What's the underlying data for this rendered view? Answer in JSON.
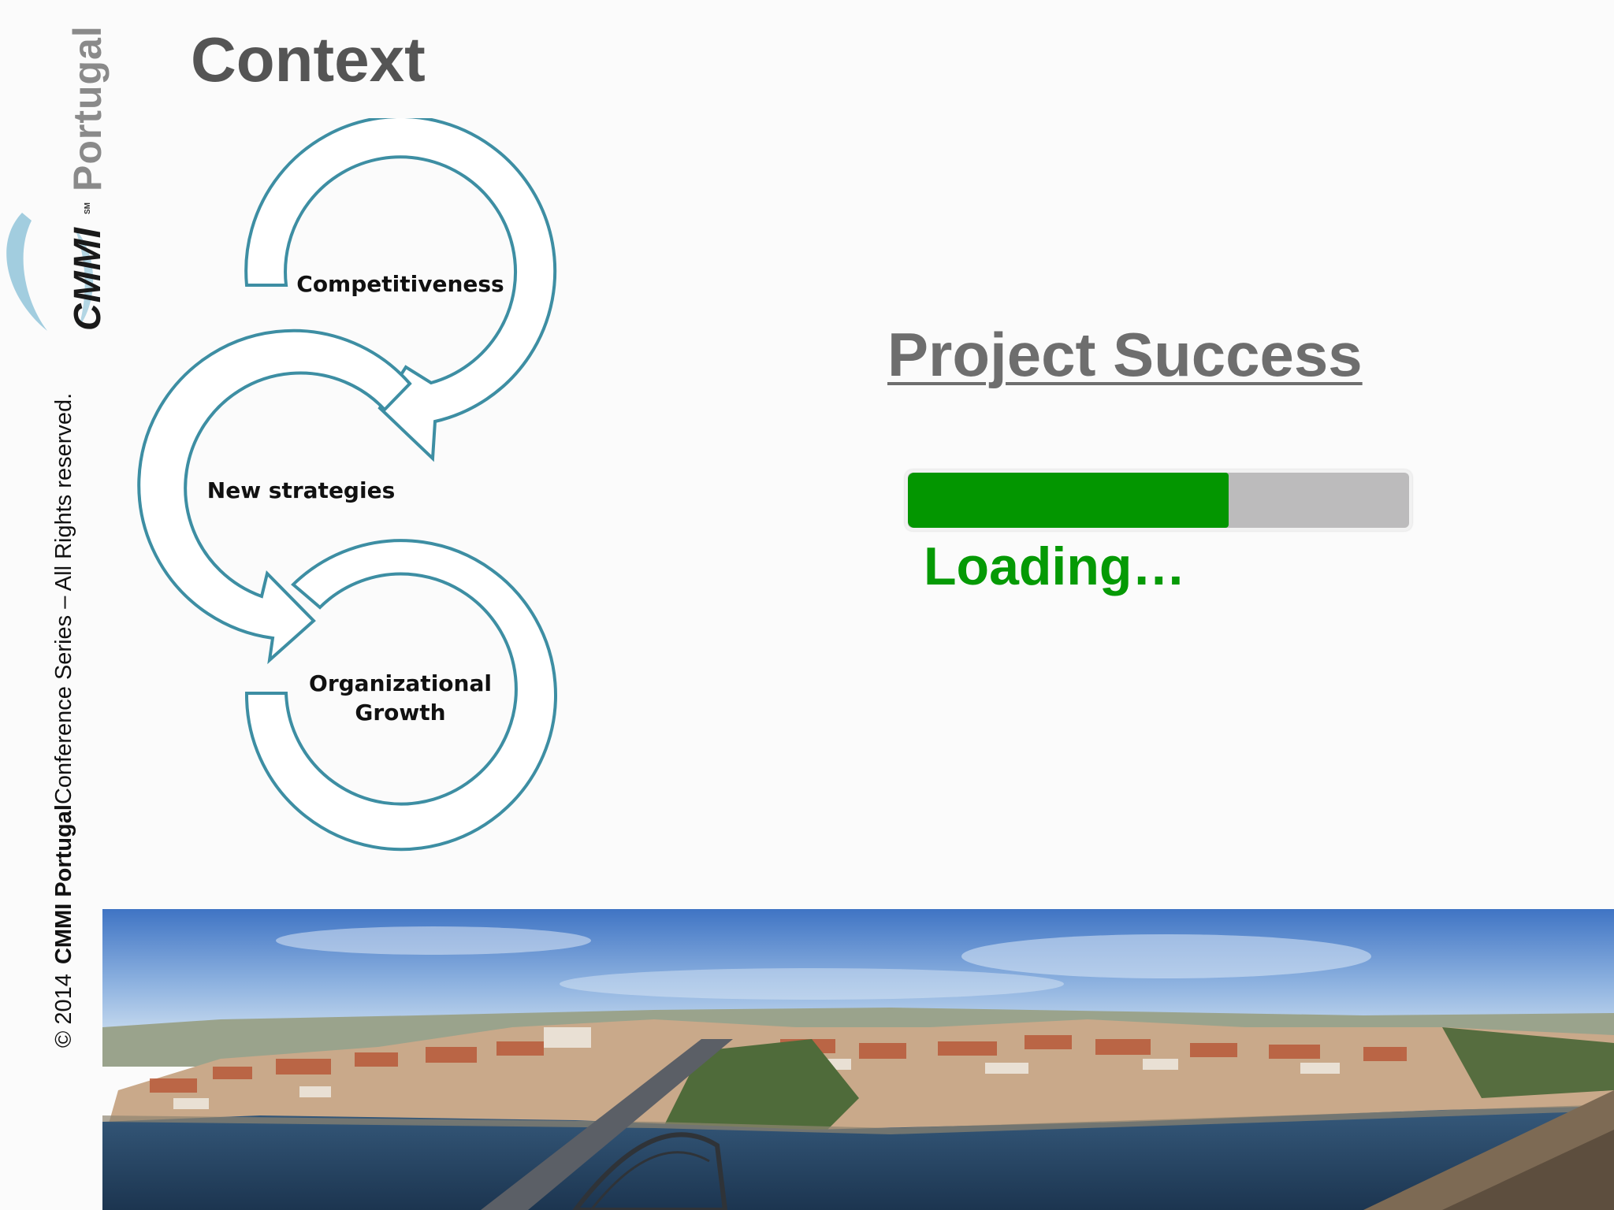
{
  "slide": {
    "title": "Context",
    "side_text": {
      "copyright_prefix": "© 2014",
      "copyright_brand": "CMMI Portugal",
      "copyright_rest": "Conference Series – All Rights reserved."
    },
    "logo": {
      "cmmi": "CMMI",
      "sm": "SM",
      "portugal": "Portugal"
    }
  },
  "diagram": {
    "nodes": [
      {
        "label": "Competitiveness"
      },
      {
        "label": "New strategies"
      },
      {
        "label_line1": "Organizational",
        "label_line2": "Growth"
      }
    ],
    "arrow_color": "#3d8ea3"
  },
  "status": {
    "heading": "Project Success",
    "progress_fraction": 0.64,
    "progress_color": "#039600",
    "track_color": "#bcbbbc",
    "loading_label": "Loading…"
  }
}
